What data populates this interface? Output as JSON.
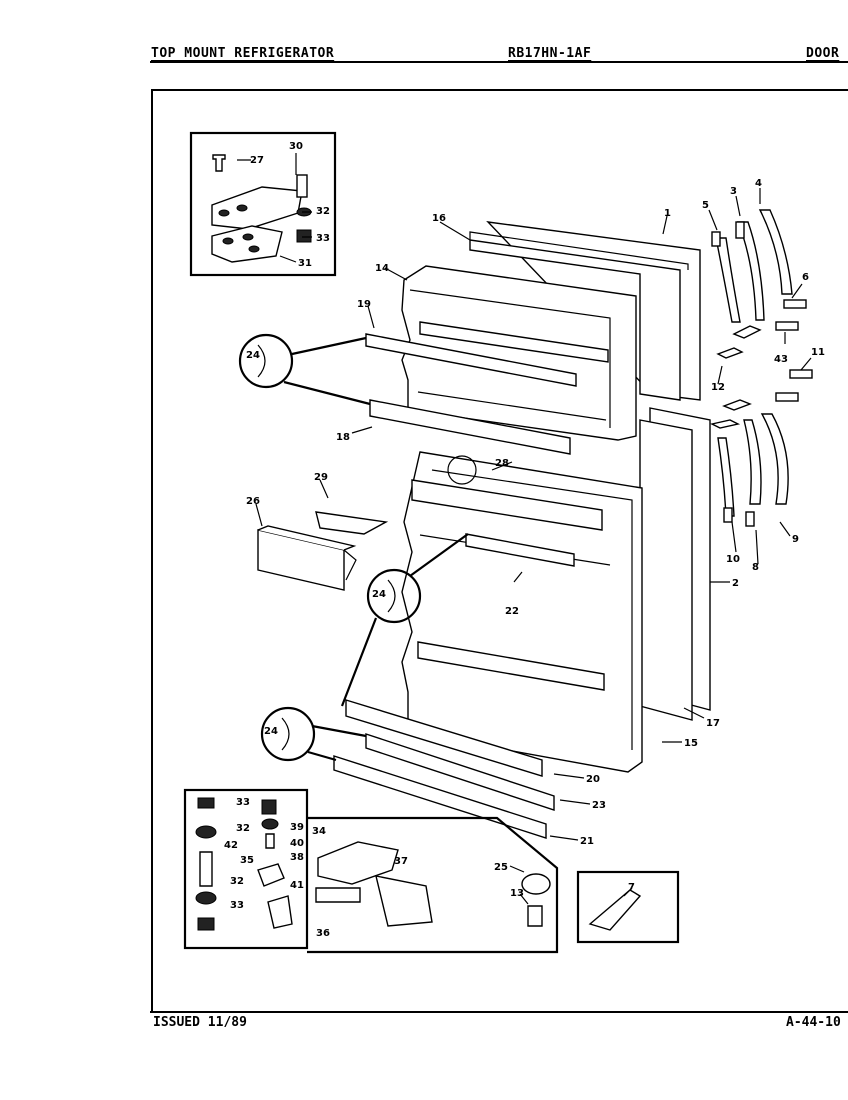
{
  "header": {
    "title": "TOP MOUNT REFRIGERATOR",
    "model": "RB17HN-1AF",
    "section": "DOOR"
  },
  "footer": {
    "issued": "ISSUED 11/89",
    "page": "A-44-10"
  },
  "callouts": {
    "c1": "1",
    "c2": "2",
    "c3": "3",
    "c4": "4",
    "c5": "5",
    "c6": "6",
    "c7": "7",
    "c8": "8",
    "c9": "9",
    "c10": "10",
    "c11": "11",
    "c12": "12",
    "c13": "13",
    "c14": "14",
    "c15": "15",
    "c16": "16",
    "c17": "17",
    "c18": "18",
    "c19": "19",
    "c20": "20",
    "c21": "21",
    "c22": "22",
    "c23": "23",
    "c24": "24",
    "c25": "25",
    "c26": "26",
    "c27": "27",
    "c28": "28",
    "c29": "29",
    "c30": "30",
    "c31": "31",
    "c32": "32",
    "c33": "33",
    "c34": "34",
    "c35": "35",
    "c36": "36",
    "c37": "37",
    "c38": "38",
    "c39": "39",
    "c40": "40",
    "c41": "41",
    "c42": "42",
    "c43": "43"
  }
}
